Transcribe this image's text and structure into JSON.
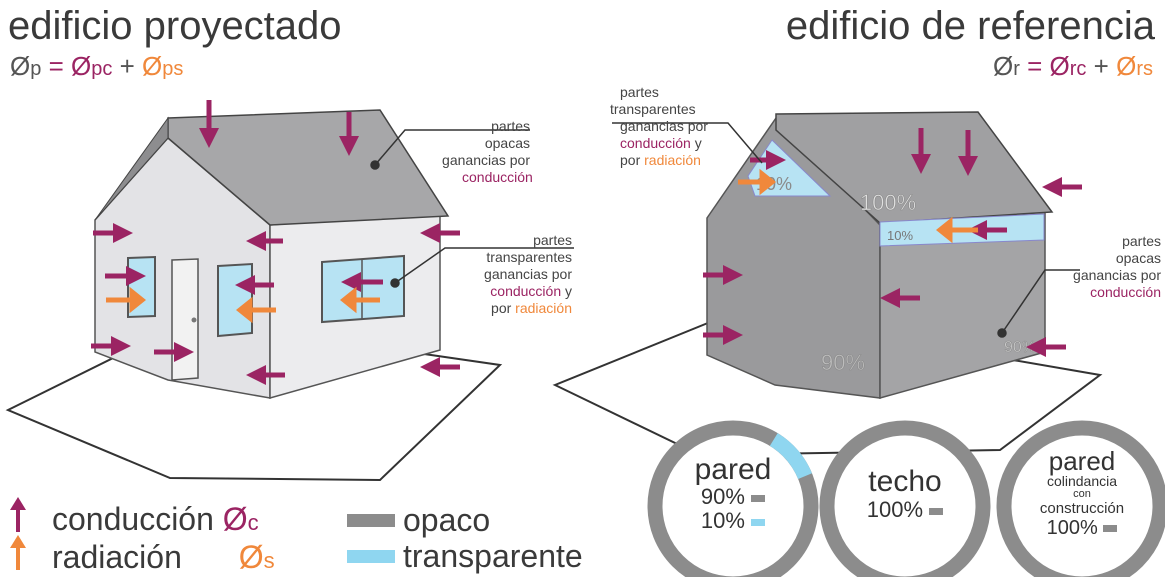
{
  "left": {
    "title": "edificio proyectado",
    "formula": {
      "sym": "Ø",
      "sub_total": "p",
      "eq": "=",
      "sym_c": "Ø",
      "sub_c": "pc",
      "plus": "+",
      "sym_s": "Ø",
      "sub_s": "ps"
    },
    "note_opaque": {
      "l1": "partes",
      "l2": "opacas",
      "l3": "ganancias por",
      "l4": "conducción"
    },
    "note_transparent": {
      "l1": "partes",
      "l2": "transparentes",
      "l3": "ganancias por",
      "l4a": "conducción",
      "l4b": " y",
      "l5a": "por ",
      "l5b": "radiación"
    }
  },
  "right": {
    "title": "edificio de referencia",
    "formula": {
      "sym": "Ø",
      "sub_total": "r",
      "eq": "=",
      "sym_c": "Ø",
      "sub_c": "rc",
      "plus": "+",
      "sym_s": "Ø",
      "sub_s": "rs"
    },
    "note_transparent": {
      "l1": "partes",
      "l2": "transparentes",
      "l3": "ganancias por",
      "l4a": "conducción",
      "l4b": " y",
      "l5a": "por ",
      "l5b": "radiación"
    },
    "note_opaque": {
      "l1": "partes",
      "l2": "opacas",
      "l3": "ganancias por",
      "l4": "conducción"
    },
    "pct_roof_window": "10%",
    "pct_roof": "100%",
    "pct_wall_window": "10%",
    "pct_wall_left": "90%",
    "pct_wall_right": "90%"
  },
  "legend": {
    "conduction": "conducción",
    "conduction_sym": "Ø",
    "conduction_sub": "c",
    "radiation": "radiación",
    "radiation_sym": "Ø",
    "radiation_sub": "s",
    "opaque": "opaco",
    "transparent": "transparente"
  },
  "circles": [
    {
      "title": "pared",
      "v1": "90%",
      "v2": "10%",
      "transparent_fraction": 0.1
    },
    {
      "title": "techo",
      "v1": "100%"
    },
    {
      "title": "pared",
      "sub1": "colindancia",
      "sub2": "con",
      "sub3": "construcción",
      "v1": "100%"
    }
  ],
  "colors": {
    "conduction": "#9b2463",
    "radiation": "#f0883b",
    "opaque": "#8c8c8c",
    "transparent": "#8fd6f0"
  }
}
